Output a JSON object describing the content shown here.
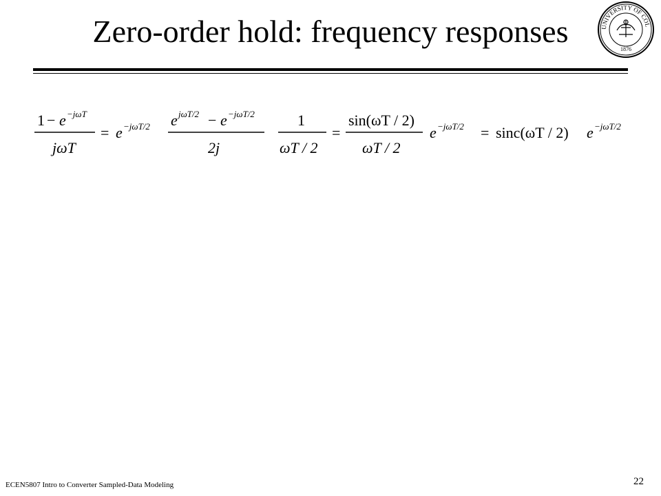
{
  "slide": {
    "title": "Zero-order hold: frequency responses"
  },
  "seal": {
    "ring_text": "UNIVERSITY OF COLORADO",
    "year": "1876"
  },
  "equation": {
    "one": "1",
    "minus": "−",
    "e": "e",
    "exp_jwT": "−jωT",
    "exp_pos_half": "jωT/2",
    "exp_neg_half": "−jωT/2",
    "jwT": "jωT",
    "equals": "=",
    "two_j": "2j",
    "wT_over_2": "ωT / 2",
    "sin_num": "sin(ωT / 2)",
    "sinc": "sinc(ωT / 2)"
  },
  "footer": {
    "course": "ECEN5807 Intro to Converter Sampled-Data Modeling",
    "page_number": "22"
  }
}
